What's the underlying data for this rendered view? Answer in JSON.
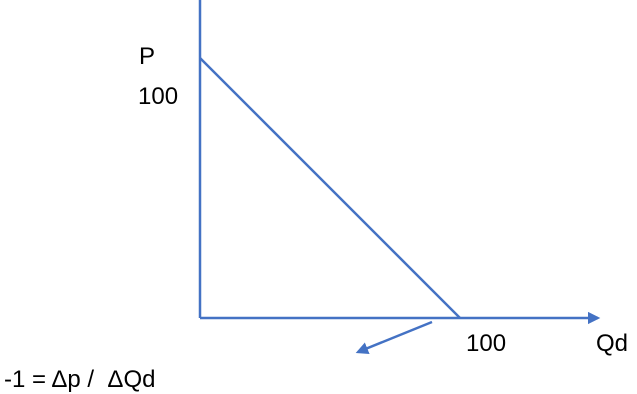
{
  "chart_data": {
    "type": "line",
    "xlabel": "Qd",
    "ylabel": "P",
    "x_tick_labels": [
      "100"
    ],
    "y_tick_labels": [
      "100"
    ],
    "xlim": [
      0,
      118
    ],
    "ylim": [
      0,
      118
    ],
    "series": [
      {
        "x": [
          0,
          100
        ],
        "y": [
          100,
          0
        ]
      }
    ],
    "annotation": "-1 = Δp /  ΔQd",
    "grid": false,
    "colors": {
      "line": "#4472c4",
      "text": "#000000"
    }
  }
}
